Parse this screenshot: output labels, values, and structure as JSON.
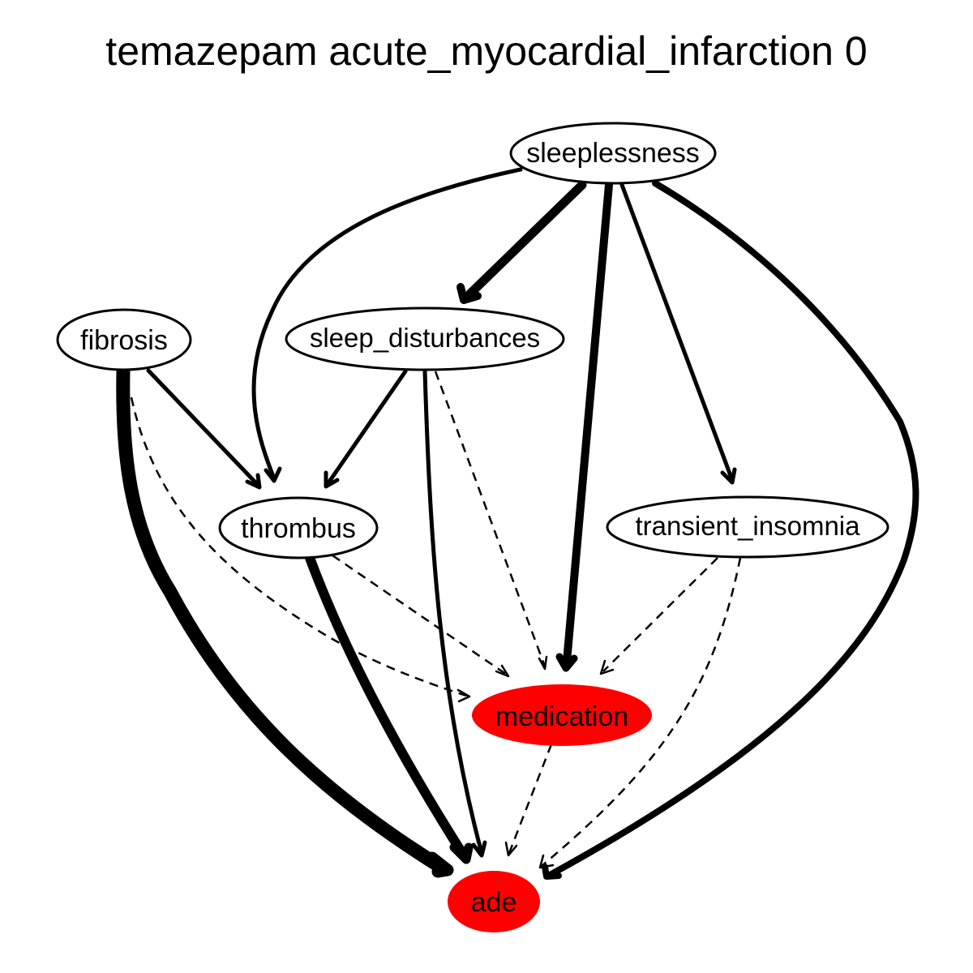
{
  "title": "temazepam acute_myocardial_infarction 0",
  "colors": {
    "highlight_fill": "#ff0000",
    "default_fill": "#ffffff",
    "stroke": "#000000"
  },
  "nodes": {
    "sleeplessness": {
      "label": "sleeplessness",
      "highlight": false
    },
    "fibrosis": {
      "label": "fibrosis",
      "highlight": false
    },
    "sleep_disturbances": {
      "label": "sleep_disturbances",
      "highlight": false
    },
    "thrombus": {
      "label": "thrombus",
      "highlight": false
    },
    "transient_insomnia": {
      "label": "transient_insomnia",
      "highlight": false
    },
    "medication": {
      "label": "medication",
      "highlight": true
    },
    "ade": {
      "label": "ade",
      "highlight": true
    }
  },
  "edges": [
    {
      "from": "sleeplessness",
      "to": "sleep_disturbances",
      "style": "solid",
      "weight": "heavy"
    },
    {
      "from": "sleeplessness",
      "to": "thrombus",
      "style": "solid",
      "weight": "medium"
    },
    {
      "from": "sleeplessness",
      "to": "medication",
      "style": "solid",
      "weight": "heavy"
    },
    {
      "from": "sleeplessness",
      "to": "transient_insomnia",
      "style": "solid",
      "weight": "medium"
    },
    {
      "from": "sleeplessness",
      "to": "ade",
      "style": "solid",
      "weight": "heavy"
    },
    {
      "from": "fibrosis",
      "to": "thrombus",
      "style": "solid",
      "weight": "medium"
    },
    {
      "from": "fibrosis",
      "to": "ade",
      "style": "solid",
      "weight": "very-heavy"
    },
    {
      "from": "fibrosis",
      "to": "medication",
      "style": "dashed",
      "weight": "light"
    },
    {
      "from": "sleep_disturbances",
      "to": "thrombus",
      "style": "solid",
      "weight": "medium"
    },
    {
      "from": "sleep_disturbances",
      "to": "ade",
      "style": "solid",
      "weight": "medium"
    },
    {
      "from": "sleep_disturbances",
      "to": "medication",
      "style": "dashed",
      "weight": "light"
    },
    {
      "from": "thrombus",
      "to": "ade",
      "style": "solid",
      "weight": "heavy"
    },
    {
      "from": "thrombus",
      "to": "medication",
      "style": "dashed",
      "weight": "light"
    },
    {
      "from": "transient_insomnia",
      "to": "medication",
      "style": "dashed",
      "weight": "light"
    },
    {
      "from": "transient_insomnia",
      "to": "ade",
      "style": "dashed",
      "weight": "light"
    },
    {
      "from": "medication",
      "to": "ade",
      "style": "dashed",
      "weight": "light"
    }
  ]
}
